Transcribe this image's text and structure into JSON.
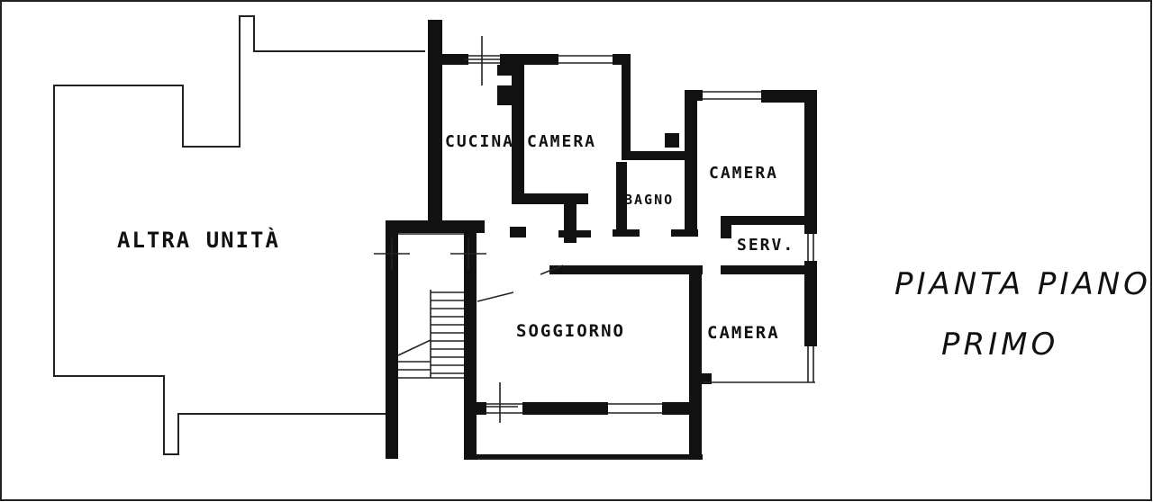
{
  "plan": {
    "title_line1": "PIANTA PIANO",
    "title_line2": "PRIMO",
    "other_unit_label": "ALTRA UNITÀ",
    "rooms": {
      "cucina": "CUCINA",
      "camera_1": "CAMERA",
      "bagno": "BAGNO",
      "camera_2": "CAMERA",
      "servizio": "SERV.",
      "soggiorno": "SOGGIORNO",
      "camera_3": "CAMERA"
    }
  },
  "colors": {
    "wall": "#111111",
    "line": "#222222",
    "background": "#ffffff"
  }
}
